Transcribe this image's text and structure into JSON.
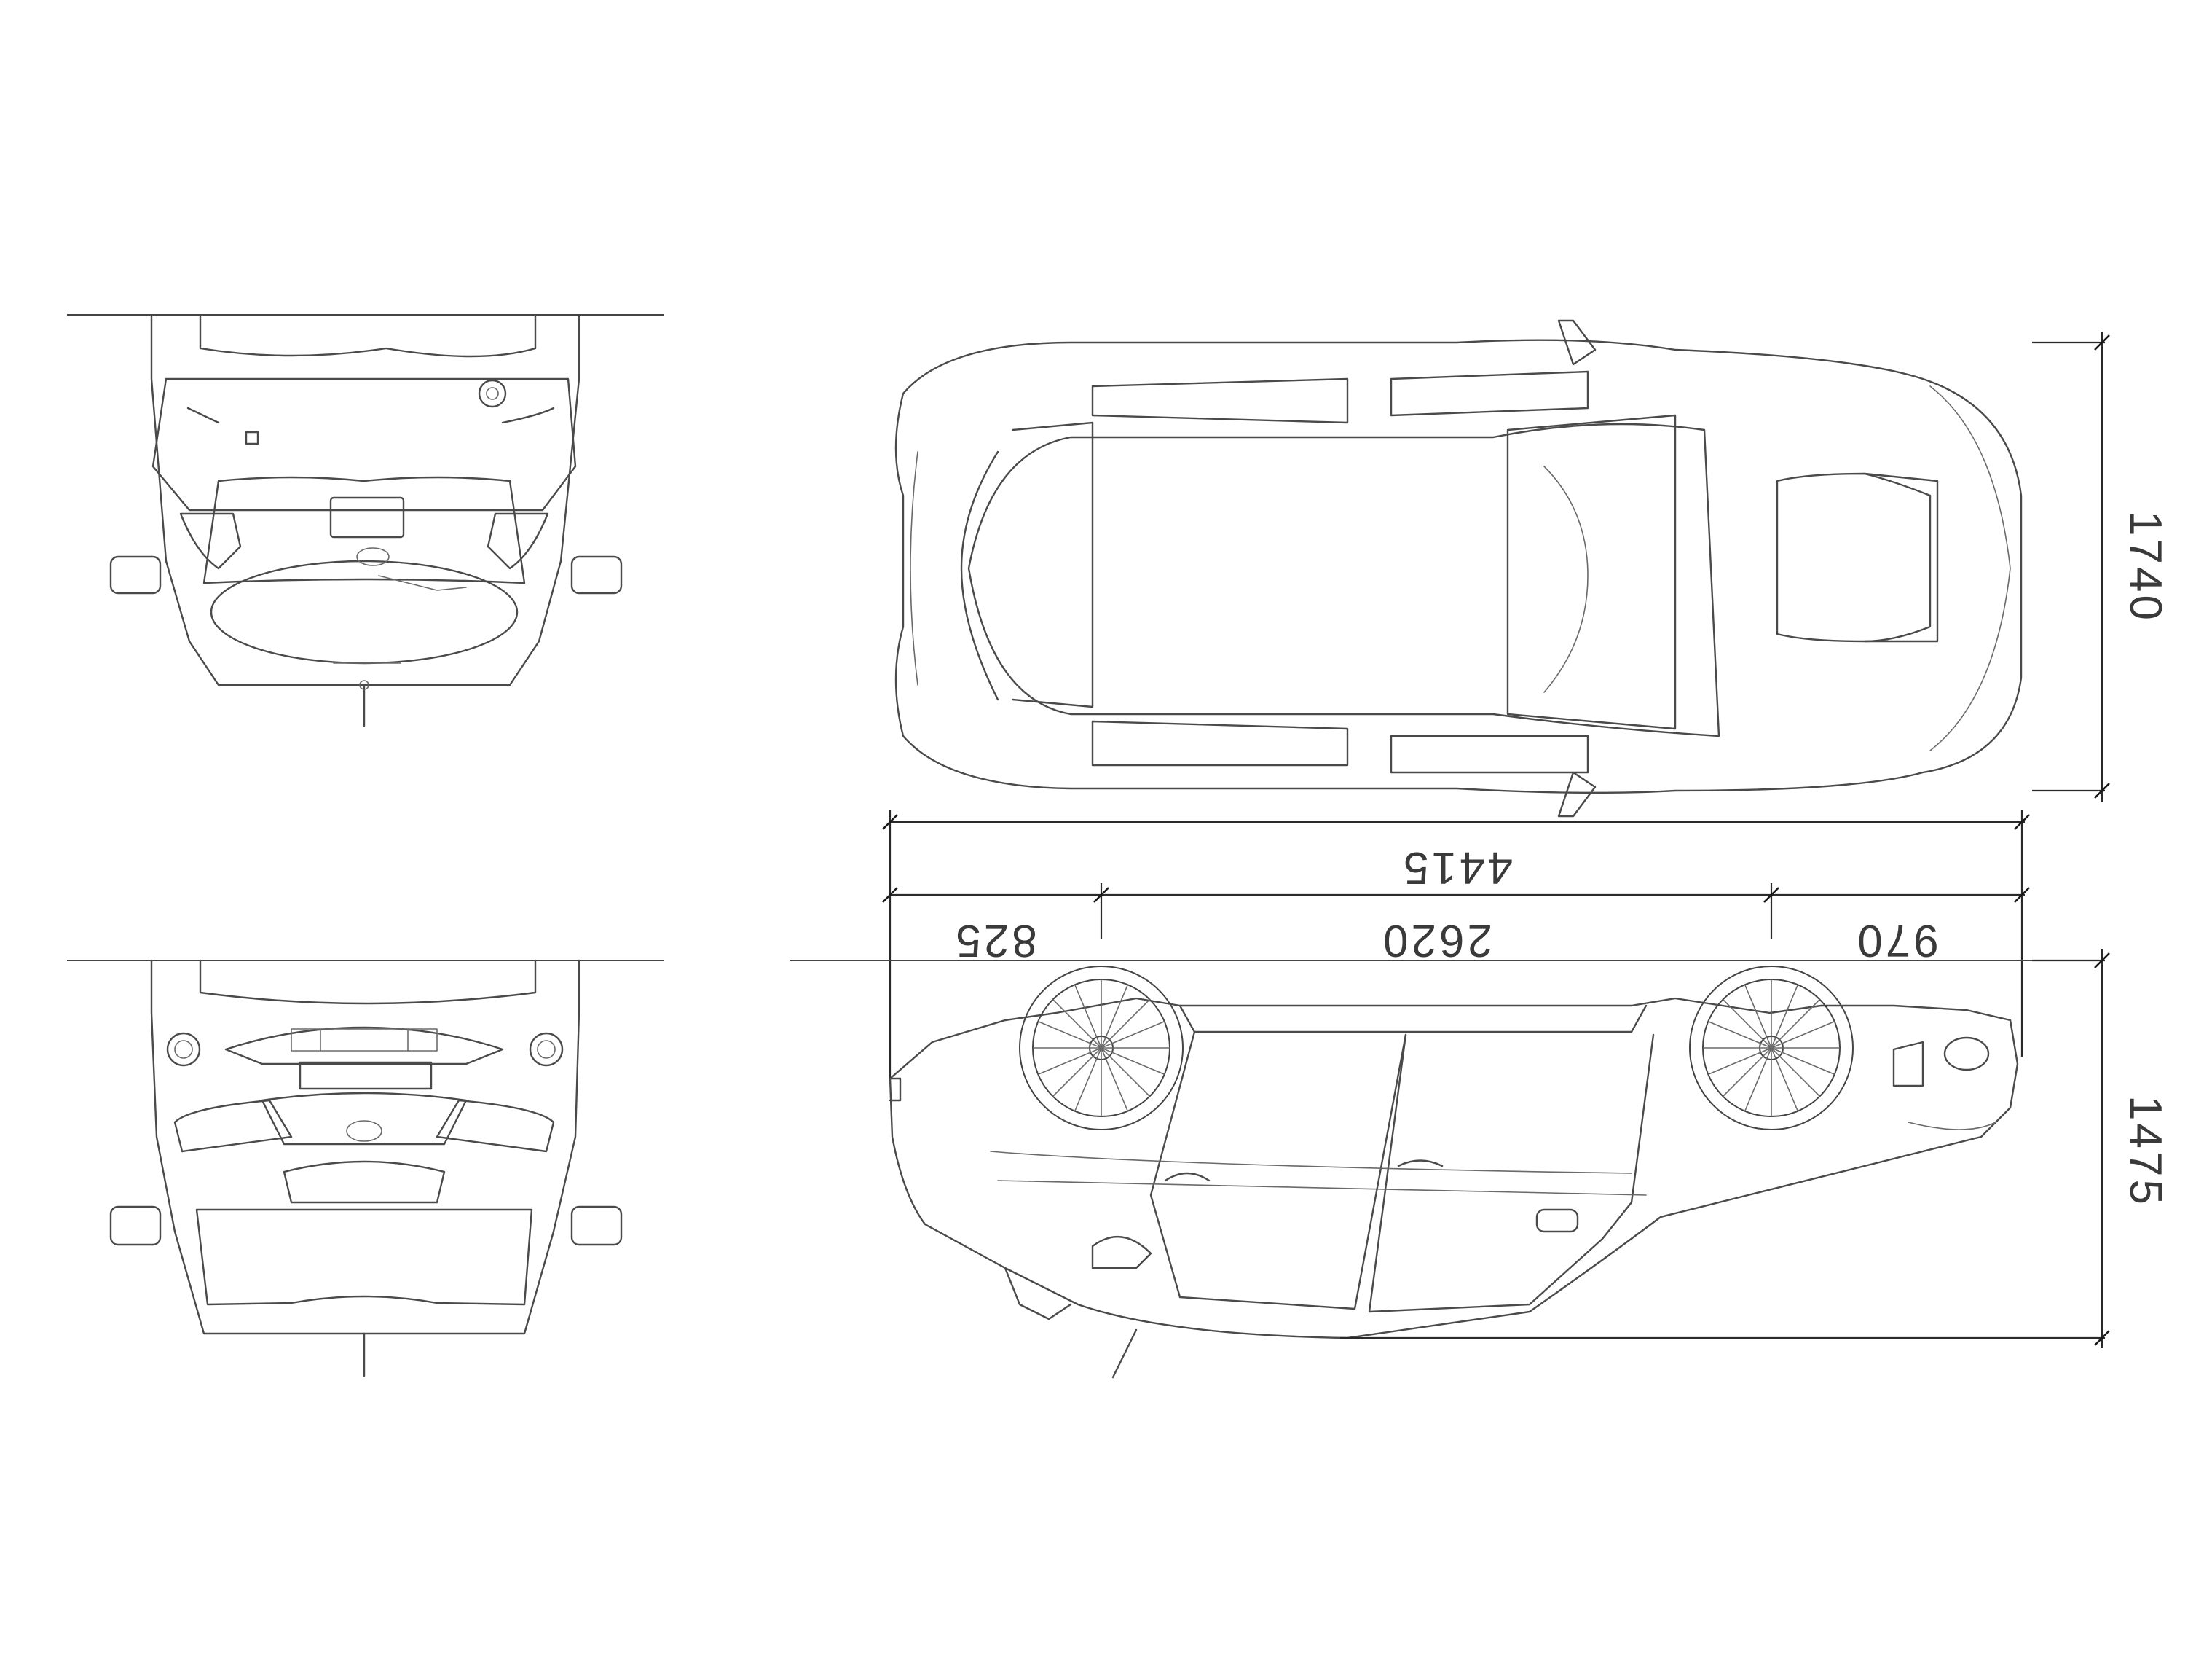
{
  "drawing": {
    "views": [
      "top view",
      "side view",
      "front view",
      "rear view"
    ],
    "dimensions": {
      "overall_length": "4415",
      "front_overhang": "825",
      "wheelbase": "2620",
      "rear_overhang": "970",
      "overall_width": "1740",
      "overall_height": "1475"
    },
    "line_color": "#4a4a4a",
    "background": "#ffffff"
  }
}
